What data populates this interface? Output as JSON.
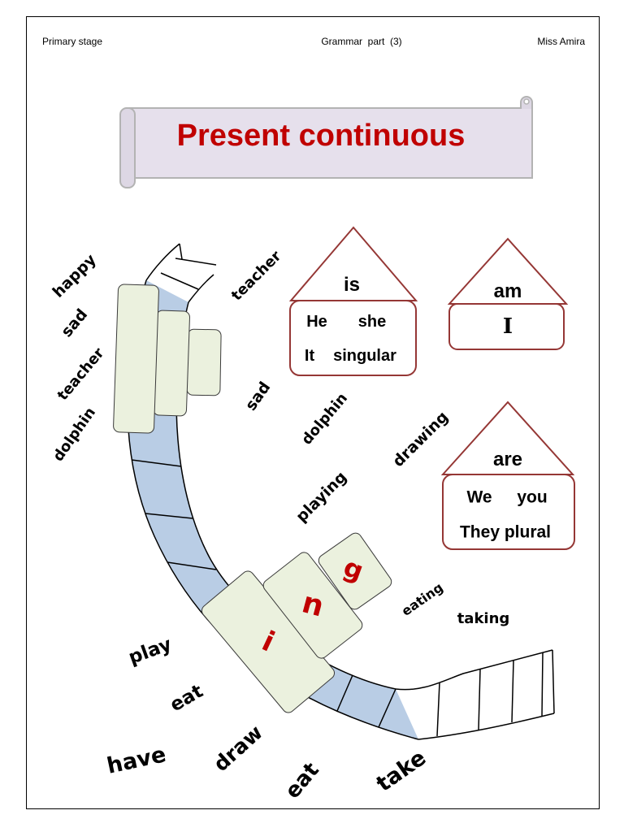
{
  "header": {
    "left": "Primary stage",
    "center": "Grammar  part  (3)",
    "right": "Miss Amira"
  },
  "title": "Present continuous",
  "houses": {
    "is": {
      "roof": "is",
      "row1": [
        "He",
        "she"
      ],
      "row2": [
        "It",
        "singular"
      ]
    },
    "am": {
      "roof": "am",
      "row1": [
        "I"
      ]
    },
    "are": {
      "roof": "are",
      "row1": [
        "We",
        "you"
      ],
      "row2": [
        "They plural"
      ]
    }
  },
  "ing_letters": [
    "i",
    "n",
    "g"
  ],
  "words": [
    "happy",
    "sad",
    "teacher",
    "dolphin",
    "teacher",
    "sad",
    "dolphin",
    "drawing",
    "playing",
    "eating",
    "taking",
    "play",
    "eat",
    "have",
    "draw",
    "eat",
    "take"
  ],
  "colors": {
    "title": "#c00000",
    "letters": "#c00000",
    "house_outline": "#953735",
    "road": "#b9cde5",
    "blocks": "#ebf1de",
    "banner": "#e6e0ec"
  }
}
